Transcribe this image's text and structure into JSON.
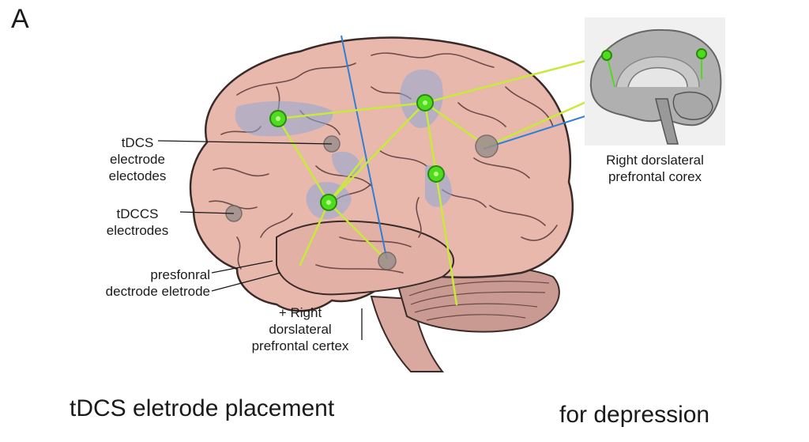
{
  "panel_letter": "A",
  "labels": {
    "tdcs": [
      "tDCS",
      "electrode",
      "electodes"
    ],
    "tdccs": [
      "tDCCS",
      "electrodes"
    ],
    "prefonral": [
      "presfonral",
      "dectrode eletrode"
    ],
    "rdlpfc": [
      "+ Right",
      "dorslateral",
      "prefrontal certex"
    ]
  },
  "inset": {
    "caption": [
      "Right dorslateral",
      "prefrontal corex"
    ]
  },
  "captions": {
    "left": "tDCS eletrode placement",
    "right": "for depression"
  },
  "colors": {
    "brain_fill": "#e8b8ad",
    "brain_outline": "#3a2a28",
    "electrode_green": "#4fdc1f",
    "connection_lime": "#c8ea3a",
    "axis_blue": "#2f7fd6",
    "highlight_blue": "#8fa7d6",
    "cerebellum": "#c79a92",
    "inset_bg": "#f0f0f0"
  }
}
